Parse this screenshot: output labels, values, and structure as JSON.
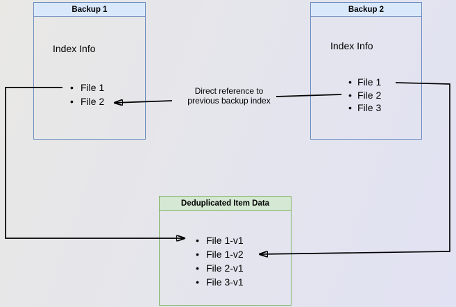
{
  "diagram": {
    "backup1": {
      "title": "Backup 1",
      "subtitle": "Index Info",
      "files": [
        "File 1",
        "File 2"
      ]
    },
    "backup2": {
      "title": "Backup 2",
      "subtitle": "Index Info",
      "files": [
        "File 1",
        "File 2",
        "File 3"
      ]
    },
    "dedup": {
      "title": "Deduplicated Item Data",
      "files": [
        "File 1-v1",
        "File 1-v2",
        "File 2-v1",
        "File 3-v1"
      ]
    },
    "edge_label": {
      "line1": "Direct reference to",
      "line2": "previous backup index"
    },
    "colors": {
      "blue_fill": "#dae8fc",
      "blue_border": "#6c8ebf",
      "green_fill": "#d5e8d4",
      "green_border": "#82b366",
      "arrow": "#000000"
    }
  }
}
